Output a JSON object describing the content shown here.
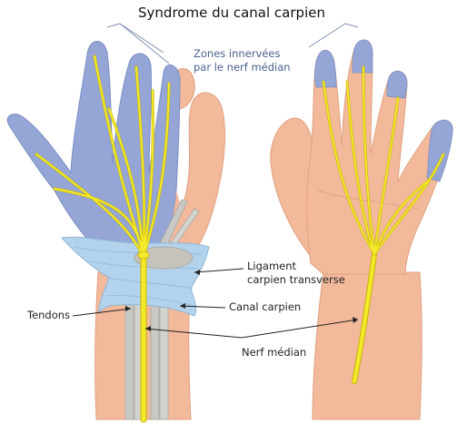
{
  "title": "Syndrome du canal carpien",
  "labels": {
    "zones_line1": "Zones innervées",
    "zones_line2": "par le nerf médian",
    "ligament_line1": "Ligament",
    "ligament_line2": "carpien transverse",
    "canal": "Canal carpien",
    "tendons": "Tendons",
    "nerf": "Nerf médian"
  },
  "colors": {
    "skin": "#f2b99a",
    "skin_dark": "#e3a07f",
    "skin_shadow": "#d89070",
    "innervated_zone": "#94a5d6",
    "ligament": "#b3d3ec",
    "nerve": "#f3ea2c",
    "tendon": "#c8c8c4",
    "leader_blue": "#7f8fb0"
  }
}
